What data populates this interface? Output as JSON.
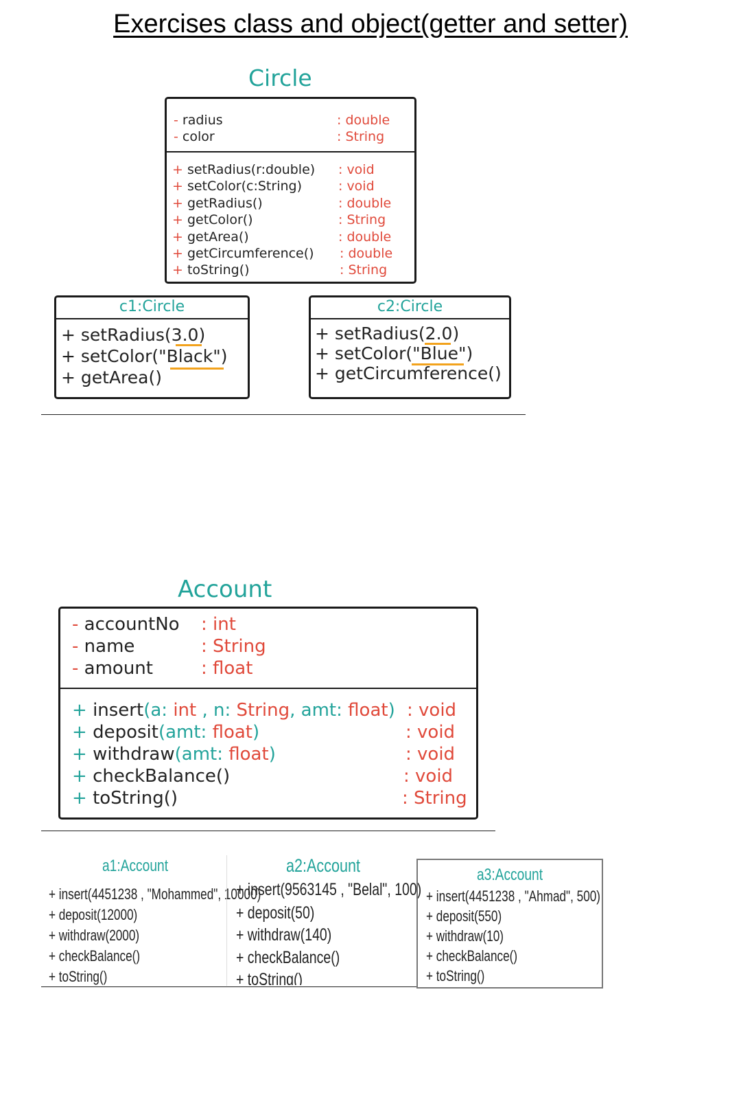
{
  "title": "Exercises class and object(getter and setter)",
  "circle": {
    "name": "Circle",
    "attributes": [
      {
        "vis": "-",
        "name": "radius",
        "type": ": double"
      },
      {
        "vis": "-",
        "name": "color",
        "type": ": String"
      }
    ],
    "methods": [
      {
        "vis": "+",
        "name": "setRadius(r:double)",
        "type": ": void"
      },
      {
        "vis": "+",
        "name": "setColor(c:String)",
        "type": ": void"
      },
      {
        "vis": "+",
        "name": "getRadius()",
        "type": ": double"
      },
      {
        "vis": "+",
        "name": "getColor()",
        "type": ": String"
      },
      {
        "vis": "+",
        "name": "getArea()",
        "type": ": double"
      },
      {
        "vis": "+",
        "name": "getCircumference()",
        "type": ": double"
      },
      {
        "vis": "+",
        "name": "toString()",
        "type": ": String"
      }
    ]
  },
  "c1": {
    "name": "c1:Circle",
    "calls": [
      "+ setRadius(3.0)",
      "+ setColor(\"Black\")",
      "+ getArea()"
    ]
  },
  "c2": {
    "name": "c2:Circle",
    "calls": [
      "+ setRadius(2.0)",
      "+ setColor(\"Blue\")",
      "+ getCircumference()"
    ]
  },
  "account": {
    "name": "Account",
    "attributes": [
      {
        "vis": "-",
        "name": "accountNo",
        "type": ": int"
      },
      {
        "vis": "-",
        "name": "name",
        "type": ": String"
      },
      {
        "vis": "-",
        "name": "amount",
        "type": ": float"
      }
    ],
    "methods": [
      {
        "vis": "+",
        "name": "insert",
        "params": [
          [
            "a",
            "int"
          ],
          [
            "n",
            "String"
          ],
          [
            "amt",
            "float"
          ]
        ],
        "type": ": void"
      },
      {
        "vis": "+",
        "name": "deposit",
        "params": [
          [
            "amt",
            "float"
          ]
        ],
        "type": ": void"
      },
      {
        "vis": "+",
        "name": "withdraw",
        "params": [
          [
            "amt",
            "float"
          ]
        ],
        "type": ": void"
      },
      {
        "vis": "+",
        "name": "checkBalance()",
        "params": null,
        "type": ": void"
      },
      {
        "vis": "+",
        "name": "toString()",
        "params": null,
        "type": ": String"
      }
    ]
  },
  "a1": {
    "name": "a1:Account",
    "calls": [
      "+ insert(4451238 , \"Mohammed\", 10000)",
      "+ deposit(12000)",
      "+ withdraw(2000)",
      "+ checkBalance()",
      "+ toString()"
    ]
  },
  "a2": {
    "name": "a2:Account",
    "calls": [
      "+ insert(9563145 , \"Belal\", 100)",
      "+ deposit(50)",
      "+ withdraw(140)",
      "+ checkBalance()",
      "+ toString()"
    ]
  },
  "a3": {
    "name": "a3:Account",
    "calls": [
      "+ insert(4451238 , \"Ahmad\", 500)",
      "+ deposit(550)",
      "+ withdraw(10)",
      "+ checkBalance()",
      "+ toString()"
    ]
  },
  "colors": {
    "accent": "#22a39a",
    "type": "#e0493a",
    "highlight": "#f2a21c"
  }
}
